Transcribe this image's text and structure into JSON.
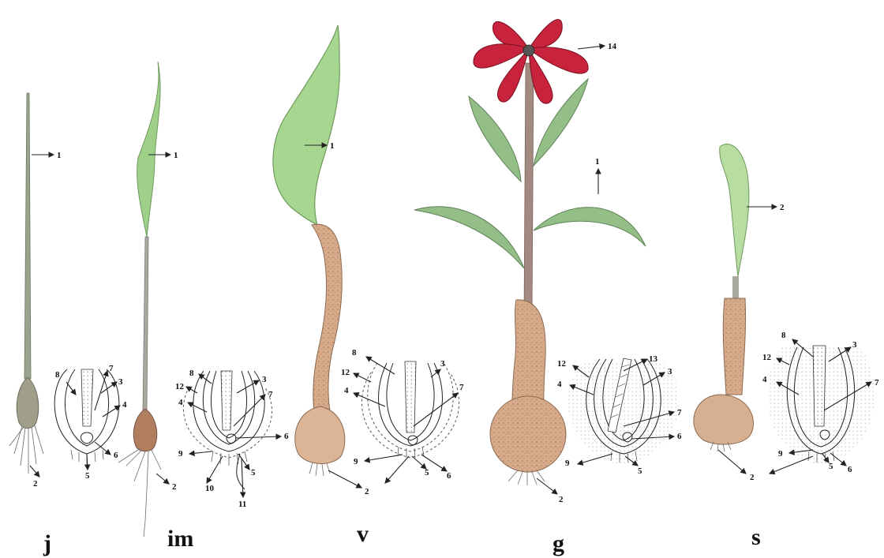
{
  "stages": [
    {
      "id": "j",
      "label": "j"
    },
    {
      "id": "im",
      "label": "im"
    },
    {
      "id": "v",
      "label": "v"
    },
    {
      "id": "g",
      "label": "g"
    },
    {
      "id": "s",
      "label": "s"
    }
  ],
  "callouts": {
    "j_plant_leaf": "1",
    "im_plant_leaf": "1",
    "v_plant_leaf": "1",
    "g_plant_leaf": "1",
    "g_plant_flower": "14",
    "s_plant_leaf": "2",
    "j_plant_roots": "2",
    "im_plant_roots": "2",
    "v_plant_roots": "2",
    "g_plant_roots": "2",
    "s_plant_roots": "2",
    "j_sec": [
      "8",
      "7",
      "3",
      "4",
      "6",
      "5"
    ],
    "im_sec": [
      "8",
      "12",
      "4",
      "3",
      "7",
      "6",
      "9",
      "10",
      "5",
      "11"
    ],
    "v_sec": [
      "8",
      "12",
      "3",
      "4",
      "7",
      "9",
      "5",
      "6"
    ],
    "g_sec": [
      "12",
      "13",
      "4",
      "3",
      "7",
      "6",
      "9",
      "5"
    ],
    "s_sec": [
      "8",
      "3",
      "12",
      "4",
      "7",
      "9",
      "5",
      "6"
    ]
  },
  "colors": {
    "leaf_green": "#9fd08a",
    "leaf_dark": "#6f9a5c",
    "stem_tan": "#c9a48a",
    "bulb_tan": "#d9b08f",
    "petal_red": "#c8223d",
    "root_gray": "#7a7a7a"
  }
}
